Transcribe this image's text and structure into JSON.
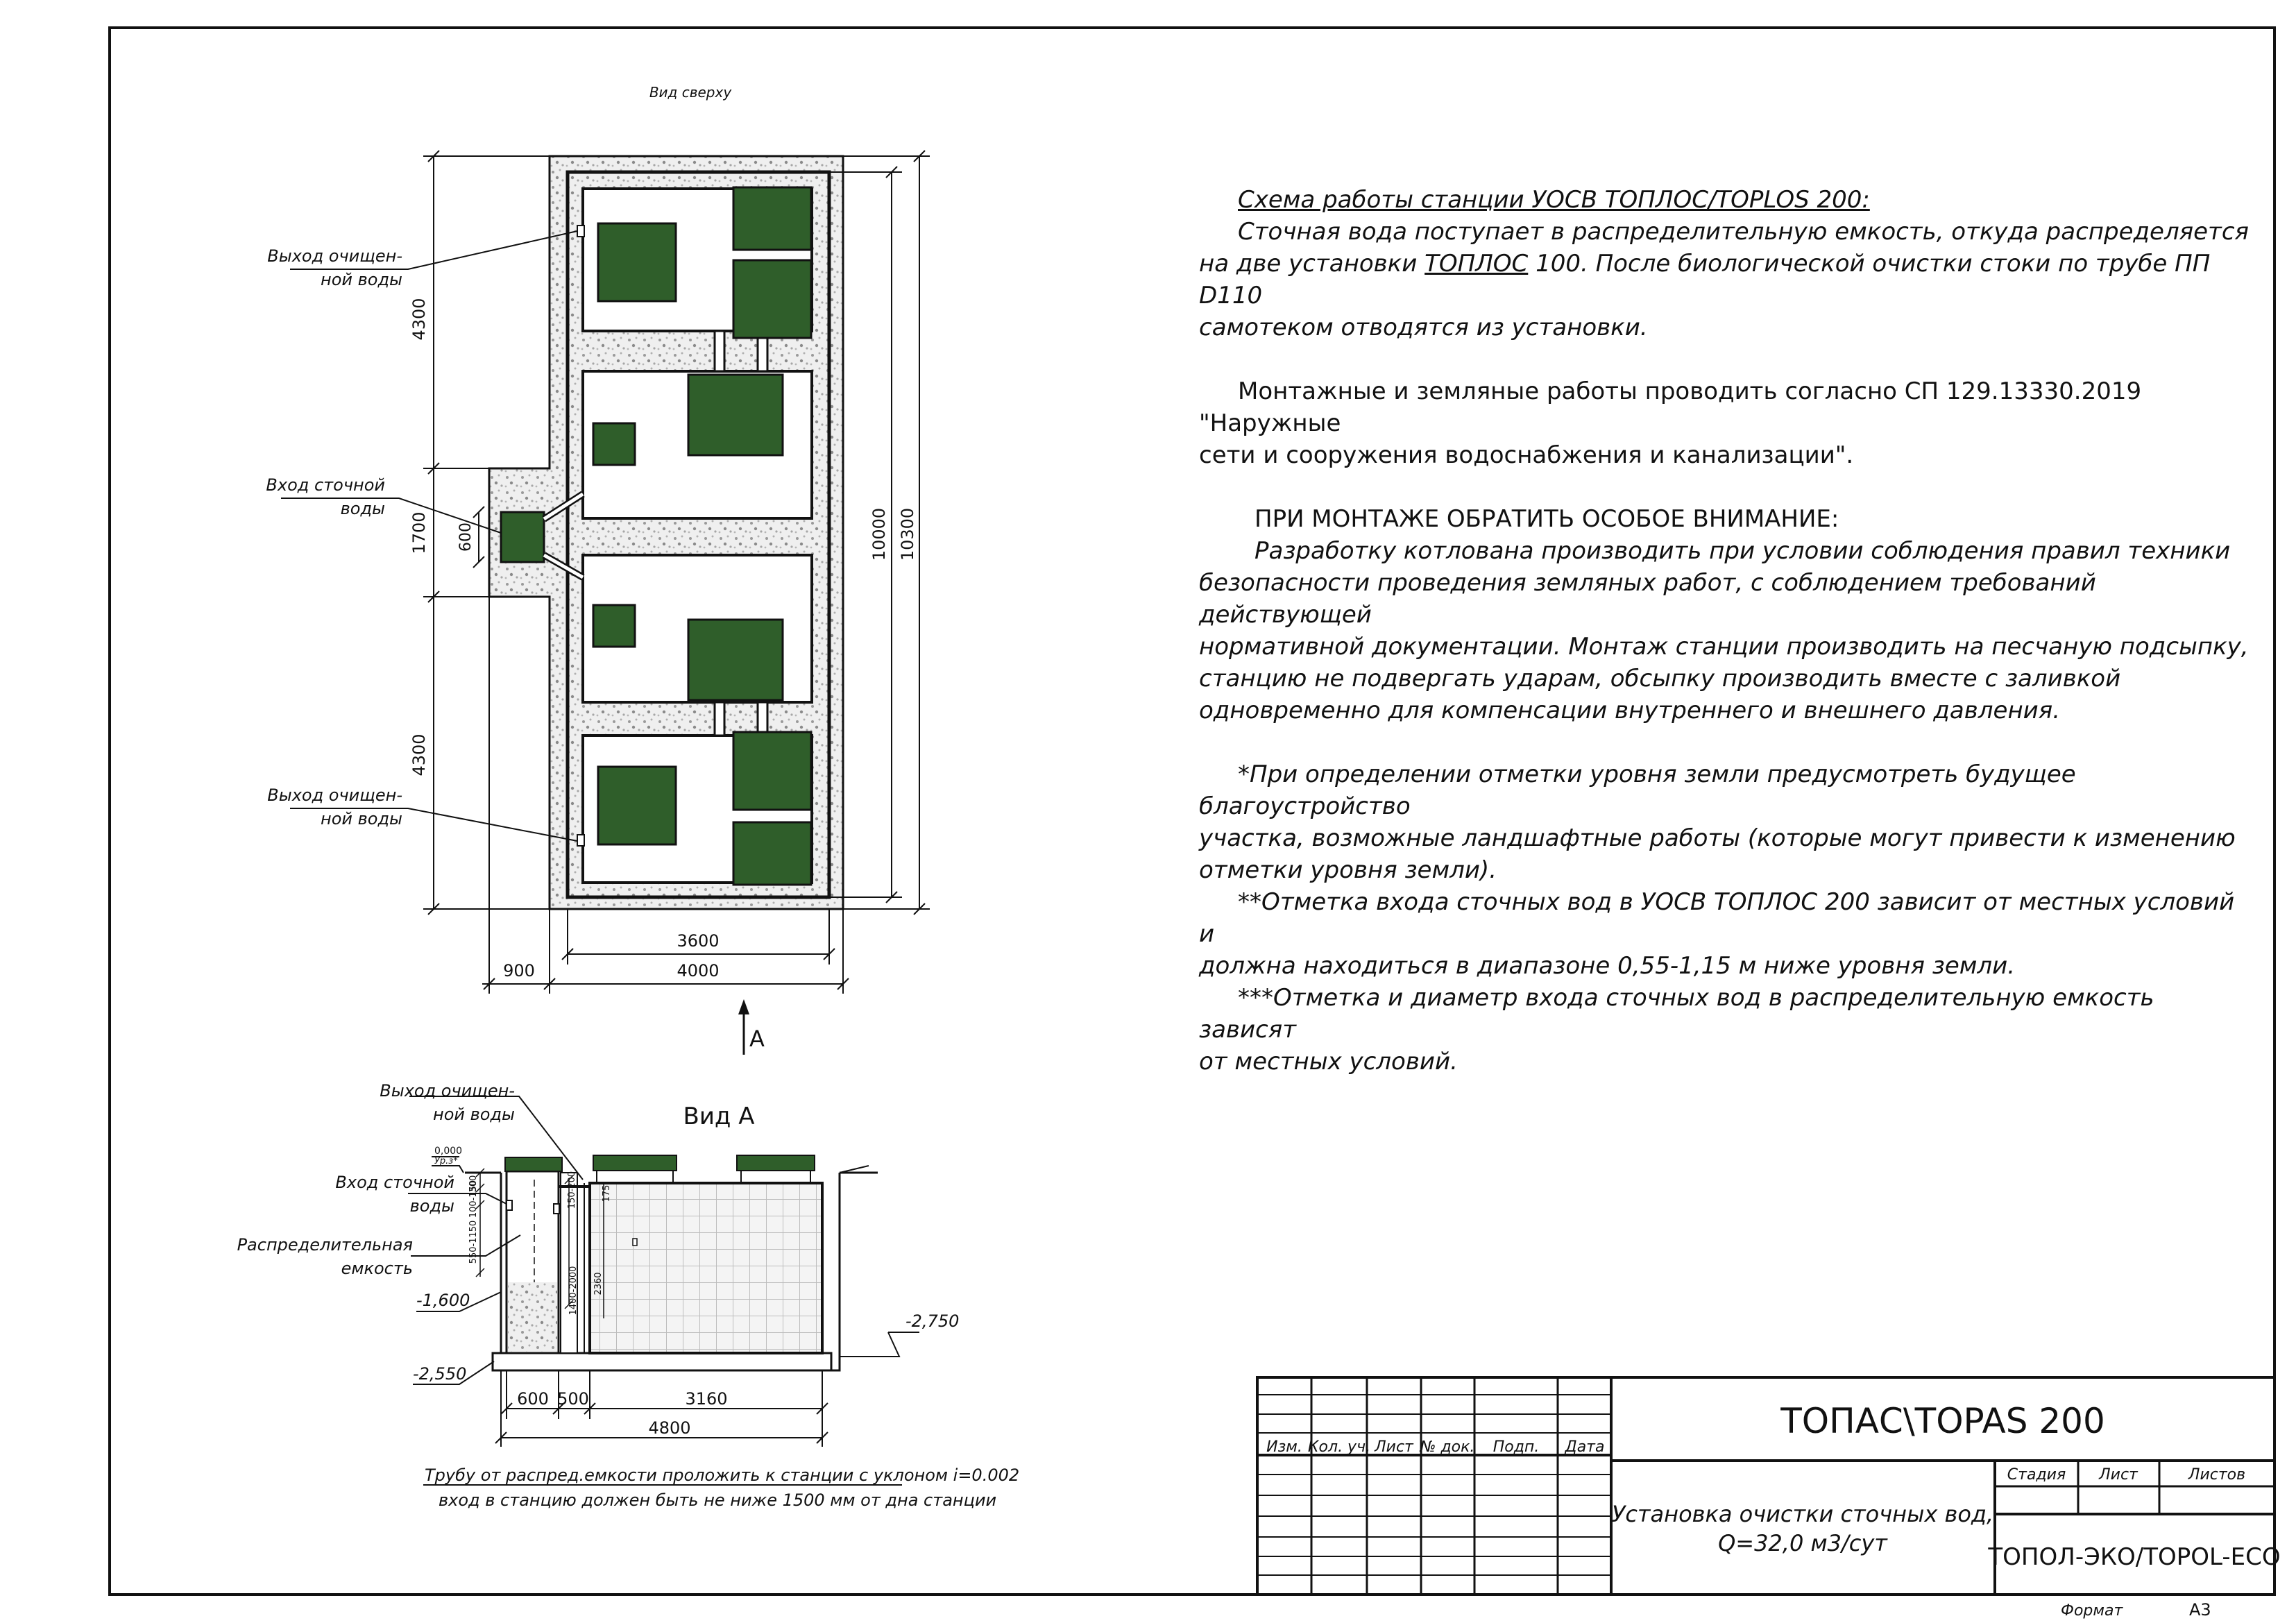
{
  "top_view": {
    "title": "Вид сверху",
    "labels": {
      "outlet_top": [
        "Выход очищен-",
        "ной воды"
      ],
      "inlet": [
        "Вход сточной",
        "воды"
      ],
      "outlet_bottom": [
        "Выход очищен-",
        "ной воды"
      ],
      "arrow_a": "A"
    },
    "dims": {
      "left_top": "4300",
      "left_mid": "1700",
      "left_mid_inner": "600",
      "left_bottom": "4300",
      "right_inner": "10000",
      "right_outer": "10300",
      "bottom_inner": "3600",
      "bottom_outer": "4000",
      "bottom_left": "900"
    }
  },
  "view_a": {
    "title": "Вид А",
    "labels": {
      "outlet": [
        "Выход очищен-",
        "ной воды"
      ],
      "inlet": [
        "Вход сточной",
        "воды"
      ],
      "tank": [
        "Распределительная",
        "емкость"
      ],
      "zero": "0,000",
      "ground_level": "Ур.з*",
      "level_1600": "-1,600",
      "level_2550": "-2,550",
      "level_2750": "-2,750",
      "small_dims": [
        "300",
        "100-150",
        "550-1150",
        "150-200",
        "1400-2000",
        "2360",
        "175"
      ]
    },
    "dims": {
      "d600": "600",
      "d500": "500",
      "d3160": "3160",
      "d4800": "4800"
    },
    "pipe_note": [
      "Трубу от распред.емкости проложить к станции с уклоном i=0.002",
      "вход в станцию должен быть не ниже 1500 мм от дна станции"
    ]
  },
  "notes": {
    "heading": "Схема работы станции УОСВ ТОПЛОС/TOPLOS 200:",
    "p1_a": "Сточная вода поступает в распределительную емкость, откуда распределяется",
    "p1_b1": "на две установки ",
    "p1_b_link": "ТОПЛОС",
    "p1_b2": " 100. После биологической очистки стоки по трубе ПП D110",
    "p1_c": "самотеком отводятся из установки.",
    "p2_a": "Монтажные и земляные работы проводить согласно СП 129.13330.2019 \"Наружные",
    "p2_b": "сети и сооружения водоснабжения и канализации\".",
    "p3_head": "ПРИ МОНТАЖЕ ОБРАТИТЬ ОСОБОЕ ВНИМАНИЕ:",
    "p3_a": "Разработку котлована производить при условии соблюдения правил техники",
    "p3_b": "безопасности проведения земляных работ, с соблюдением требований действующей",
    "p3_c": "нормативной документации. Монтаж станции производить на песчаную подсыпку,",
    "p3_d": "станцию не подвергать ударам, обсыпку производить вместе с заливкой",
    "p3_e": "одновременно для компенсации внутреннего и внешнего давления.",
    "p4_a": "*При определении отметки уровня земли предусмотреть будущее благоустройство",
    "p4_b": "участка, возможные ландшафтные работы (которые могут привести к изменению",
    "p4_c": "отметки уровня земли).",
    "p5_a": "**Отметка входа сточных вод в УОСВ ТОПЛОС 200 зависит от местных условий и",
    "p5_b": "должна находиться в диапазоне 0,55-1,15 м ниже уровня земли.",
    "p6_a": "***Отметка и диаметр входа сточных вод в распределительную емкость зависят",
    "p6_b": "от местных условий."
  },
  "title_block": {
    "headers": [
      "Изм.",
      "Кол. уч.",
      "Лист",
      "№ док.",
      "Подп.",
      "Дата"
    ],
    "project": "ТОПАС\\TOPAS 200",
    "description": [
      "Установка очистки сточных вод,",
      "Q=32,0 м3/сут"
    ],
    "stage_headers": [
      "Стадия",
      "Лист",
      "Листов"
    ],
    "company": "ТОПОЛ-ЭКО/TOPOL-ECO",
    "format_label": "Формат",
    "format_value": "A3"
  },
  "colors": {
    "unit_green": "#2f5e2a",
    "line": "#111111",
    "gravel": "#d9d9d9"
  }
}
